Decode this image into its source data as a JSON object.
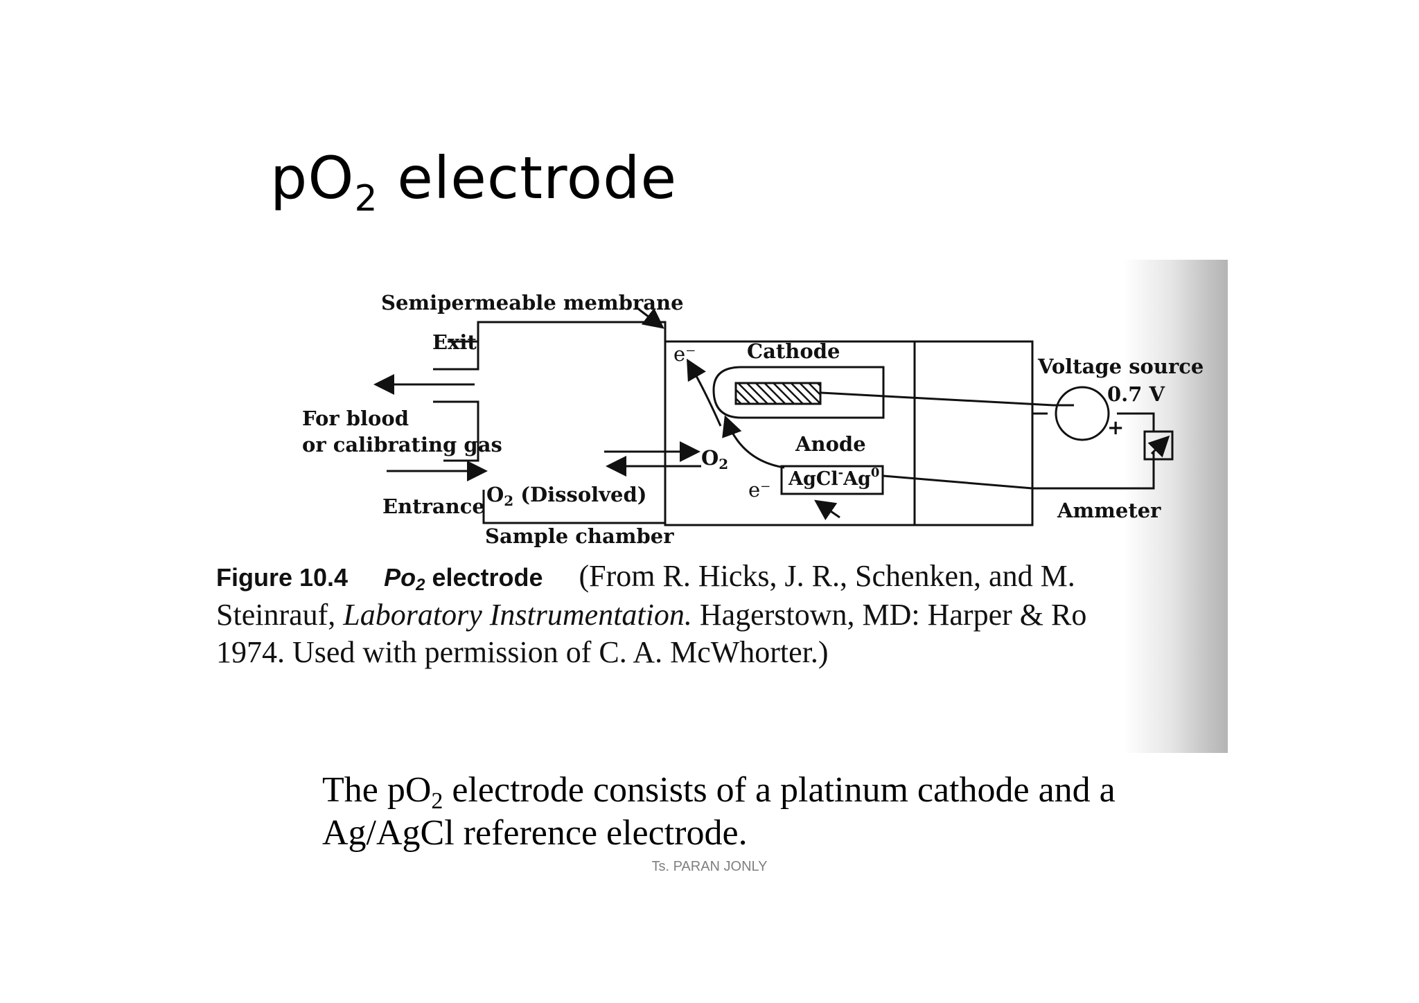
{
  "slide": {
    "title_prefix": "pO",
    "title_sub": "2",
    "title_suffix": " electrode",
    "footer": "Ts. PARAN JONLY"
  },
  "figure": {
    "labels": {
      "semipermeable_membrane": "Semipermeable membrane",
      "exit": "Exit",
      "for_blood": "For blood",
      "or_calibrating_gas": "or calibrating gas",
      "entrance": "Entrance",
      "o2_dissolved_o": "O",
      "o2_dissolved_sub": "2",
      "o2_dissolved_rest": " (Dissolved)",
      "sample_chamber": "Sample chamber",
      "electron_top": "e⁻",
      "cathode": "Cathode",
      "o2_o": "O",
      "o2_sub": "2",
      "electron_bottom": "e⁻",
      "anode": "Anode",
      "anode_box_a": "AgCl",
      "anode_box_sup1": "-",
      "anode_box_b": "Ag",
      "anode_box_sup2": "0",
      "voltage_source": "Voltage source",
      "voltage_value": "0.7 V",
      "plus_sign": "+",
      "ammeter": "Ammeter"
    },
    "caption": {
      "figure_label": "Figure 10.4",
      "figure_name_p": "P",
      "figure_name_o": "o",
      "figure_name_sub": "2",
      "figure_name_rest": " electrode",
      "line1_rest": "(From R. Hicks, J. R., Schenken, and M.",
      "line2_start": "Steinrauf, ",
      "line2_italic": "Laboratory Instrumentation.",
      "line2_end": " Hagerstown, MD: Harper & Ro",
      "line3": "1974. Used with permission of C. A. McWhorter.)"
    }
  },
  "body": {
    "line1_a": "The pO",
    "line1_sub": "2",
    "line1_b": " electrode consists of a platinum cathode and a",
    "line2": "Ag/AgCl reference electrode."
  }
}
